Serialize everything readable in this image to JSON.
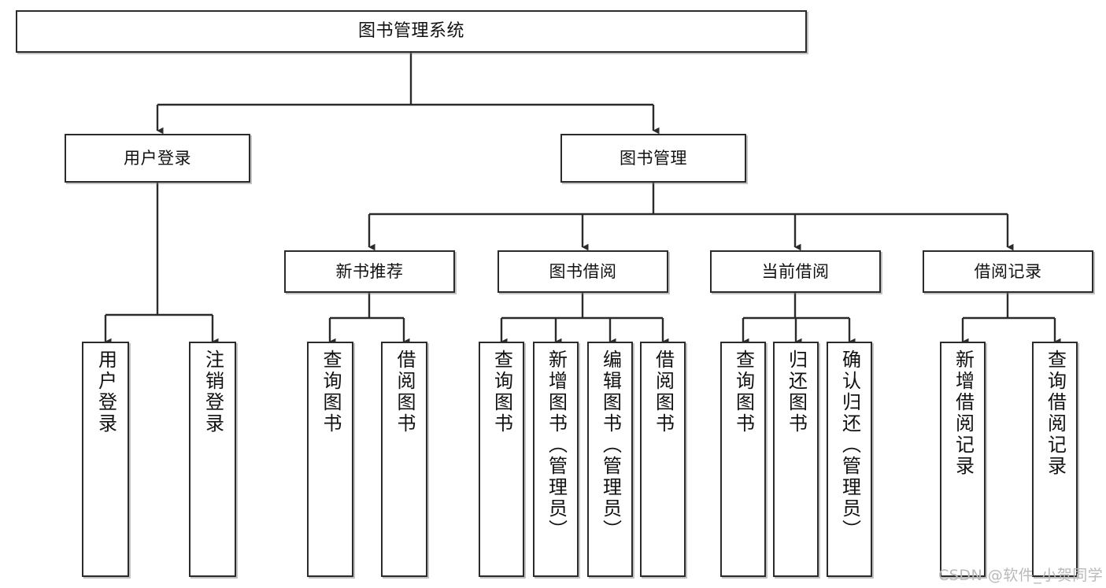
{
  "diagram": {
    "title": "图书管理系统",
    "type": "hierarchy-tree",
    "watermark": "CSDN @软件_小贺同学",
    "colors": {
      "box_border": "#2b2b2b",
      "box_fill": "#ffffff",
      "connector": "#2b2b2b",
      "watermark": "#b9b9b9"
    },
    "nodes": {
      "root": {
        "label": "图书管理系统"
      },
      "level2": [
        {
          "label": "用户登录"
        },
        {
          "label": "图书管理"
        }
      ],
      "level3": [
        {
          "label": "新书推荐"
        },
        {
          "label": "图书借阅"
        },
        {
          "label": "当前借阅"
        },
        {
          "label": "借阅记录"
        }
      ],
      "leaves": {
        "user_login": [
          {
            "label": "用户登录"
          },
          {
            "label": "注销登录"
          }
        ],
        "new_book": [
          {
            "label": "查询图书"
          },
          {
            "label": "借阅图书"
          }
        ],
        "book_borrow": [
          {
            "label": "查询图书"
          },
          {
            "label": "新增图书（管理员）"
          },
          {
            "label": "编辑图书（管理员）"
          },
          {
            "label": "借阅图书"
          }
        ],
        "current_borrow": [
          {
            "label": "查询图书"
          },
          {
            "label": "归还图书"
          },
          {
            "label": "确认归还（管理员）"
          }
        ],
        "borrow_record": [
          {
            "label": "新增借阅记录"
          },
          {
            "label": "查询借阅记录"
          }
        ]
      }
    }
  }
}
